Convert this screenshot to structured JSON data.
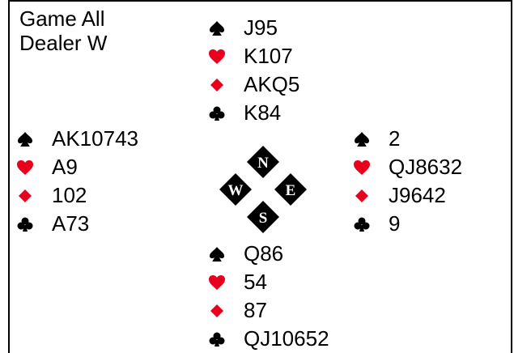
{
  "deal_info": {
    "vulnerability": "Game All",
    "dealer": "Dealer W"
  },
  "compass": {
    "north": "N",
    "west": "W",
    "east": "E",
    "south": "S"
  },
  "suit_colors": {
    "spades": "#000000",
    "hearts": "#e8001c",
    "diamonds": "#e8001c",
    "clubs": "#000000"
  },
  "hands": {
    "north": {
      "spades": "J95",
      "hearts": "K107",
      "diamonds": "AKQ5",
      "clubs": "K84"
    },
    "west": {
      "spades": "AK10743",
      "hearts": "A9",
      "diamonds": "102",
      "clubs": "A73"
    },
    "east": {
      "spades": "2",
      "hearts": "QJ8632",
      "diamonds": "J9642",
      "clubs": "9"
    },
    "south": {
      "spades": "Q86",
      "hearts": "54",
      "diamonds": "87",
      "clubs": "QJ10652"
    }
  }
}
